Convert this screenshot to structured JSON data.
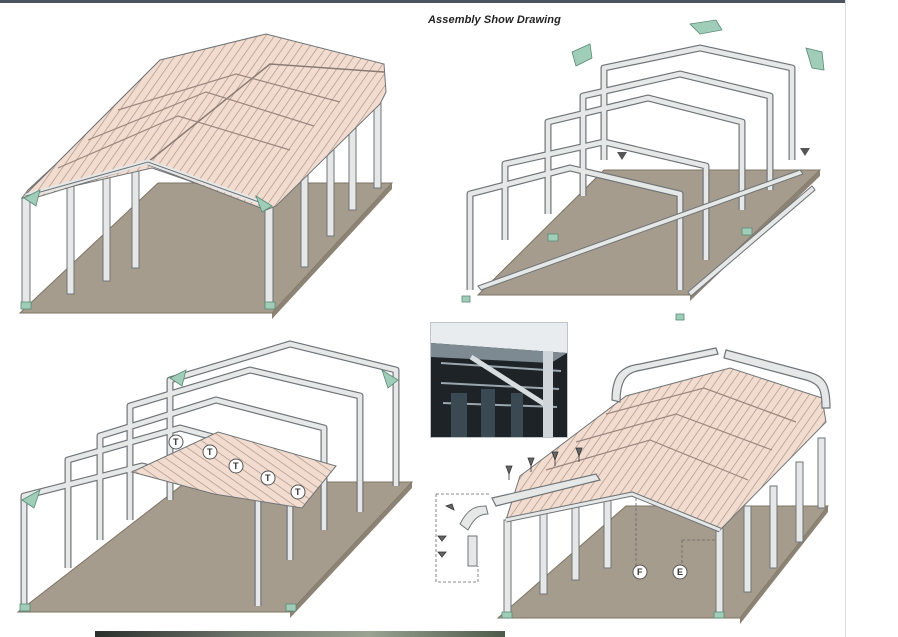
{
  "title": "Assembly Show Drawing",
  "part_labels": {
    "tek_screw": "T",
    "label_f": "F",
    "label_e": "E"
  },
  "colors": {
    "ground": "#a69c8d",
    "ground_edge": "#7d7466",
    "frame": "#e6e8e8",
    "frame_edge": "#6f7477",
    "bracket": "#9fcdb8",
    "roof": "#f1dccf",
    "roof_rib": "#a88f84"
  },
  "panels": [
    {
      "id": "completed-carport"
    },
    {
      "id": "frame-assembly"
    },
    {
      "id": "roof-panel-install"
    },
    {
      "id": "ridge-cap-trim-install"
    }
  ]
}
